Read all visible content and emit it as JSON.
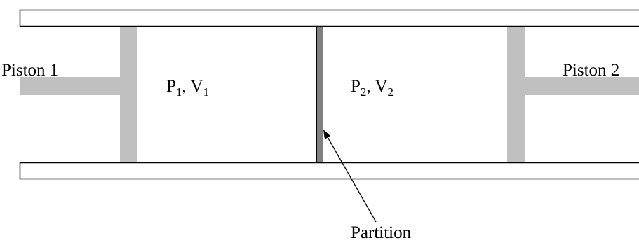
{
  "labels": {
    "piston_1": "Piston 1",
    "piston_2": "Piston 2",
    "partition": "Partition"
  },
  "chamber_1": {
    "pressure_symbol": "P",
    "pressure_subscript": "1",
    "separator": ", ",
    "volume_symbol": "V",
    "volume_subscript": "1"
  },
  "chamber_2": {
    "pressure_symbol": "P",
    "pressure_subscript": "2",
    "separator": ", ",
    "volume_symbol": "V",
    "volume_subscript": "2"
  },
  "colors": {
    "wall_stroke": "#000000",
    "piston_fill": "#c0c0c0",
    "partition_fill": "#808080",
    "partition_stroke": "#000000",
    "pointer": "#000000"
  }
}
